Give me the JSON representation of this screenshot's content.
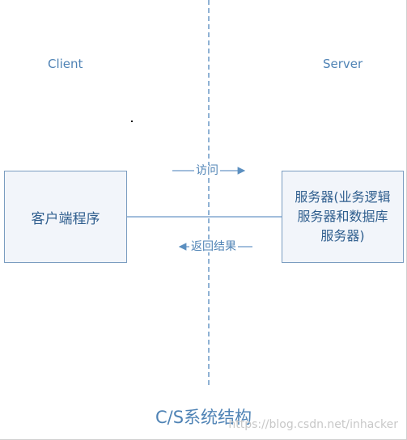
{
  "client_label": "Client",
  "server_label": "Server",
  "client_box_text": "客户端程序",
  "server_box_lines": [
    "服务器(业务逻辑",
    "服务器和数据库",
    "服务器)"
  ],
  "request_label": "访问",
  "response_label": "返回结果",
  "title": "C/S系统结构",
  "watermark": "https://blog.csdn.net/inhacker",
  "colors": {
    "accent": "#4f83b5",
    "box_border": "#7a9cc0",
    "box_fill": "#f2f5fa"
  }
}
